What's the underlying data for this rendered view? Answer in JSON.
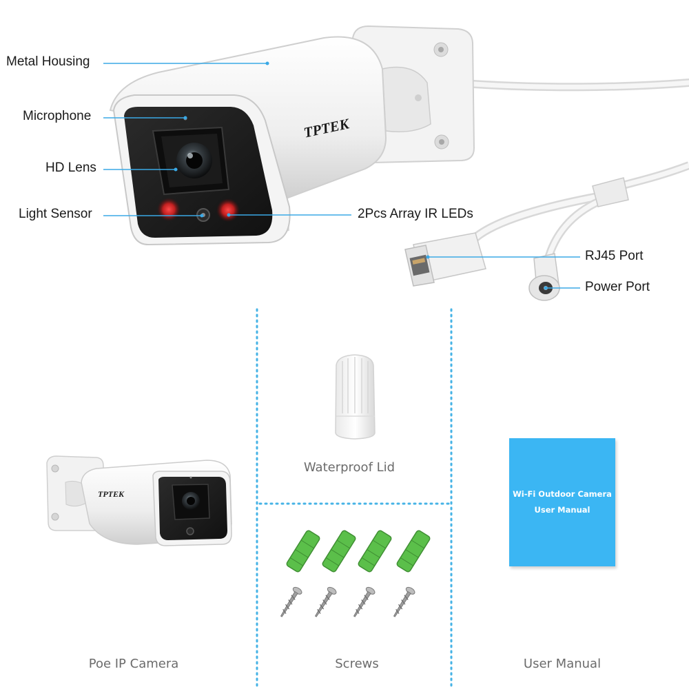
{
  "brand": {
    "logo_text": "TPTEK"
  },
  "callouts": {
    "metal_housing": "Metal Housing",
    "microphone": "Microphone",
    "hd_lens": "HD Lens",
    "light_sensor": "Light Sensor",
    "ir_leds": "2Pcs Array IR LEDs",
    "rj45_port": "RJ45 Port",
    "power_port": "Power Port"
  },
  "package": {
    "camera_caption": "Poe IP Camera",
    "lid_caption": "Waterproof Lid",
    "screws_caption": "Screws",
    "manual_caption": "User Manual"
  },
  "manual": {
    "line1": "Wi-Fi Outdoor Camera",
    "line2": "User Manual"
  },
  "colors": {
    "callout_line": "#3aa9e6",
    "divider": "#46b3e6",
    "manual_cover": "#3bb6f3",
    "anchor_green": "#5bbf4a",
    "ir_led": "#e63030"
  }
}
